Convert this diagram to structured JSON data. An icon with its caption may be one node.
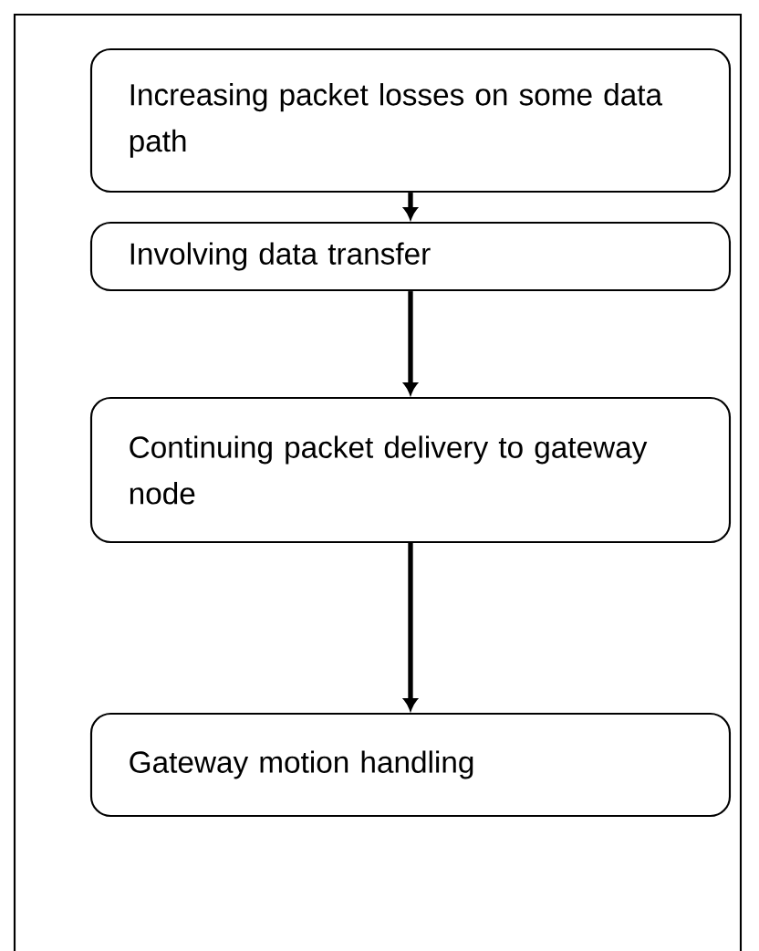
{
  "diagram": {
    "nodes": [
      {
        "text": [
          "Increasing packet losses on some data path"
        ]
      },
      {
        "text": [
          "Involving data transfer"
        ]
      },
      {
        "text": [
          "Continuing packet delivery to gateway node"
        ]
      },
      {
        "text": [
          "Gateway motion handling"
        ]
      }
    ],
    "edges": [
      {
        "from": 0,
        "to": 1,
        "arrow": "to"
      },
      {
        "from": 1,
        "to": 2,
        "arrow": "to"
      },
      {
        "from": 2,
        "to": 3,
        "arrow": "to"
      }
    ]
  }
}
